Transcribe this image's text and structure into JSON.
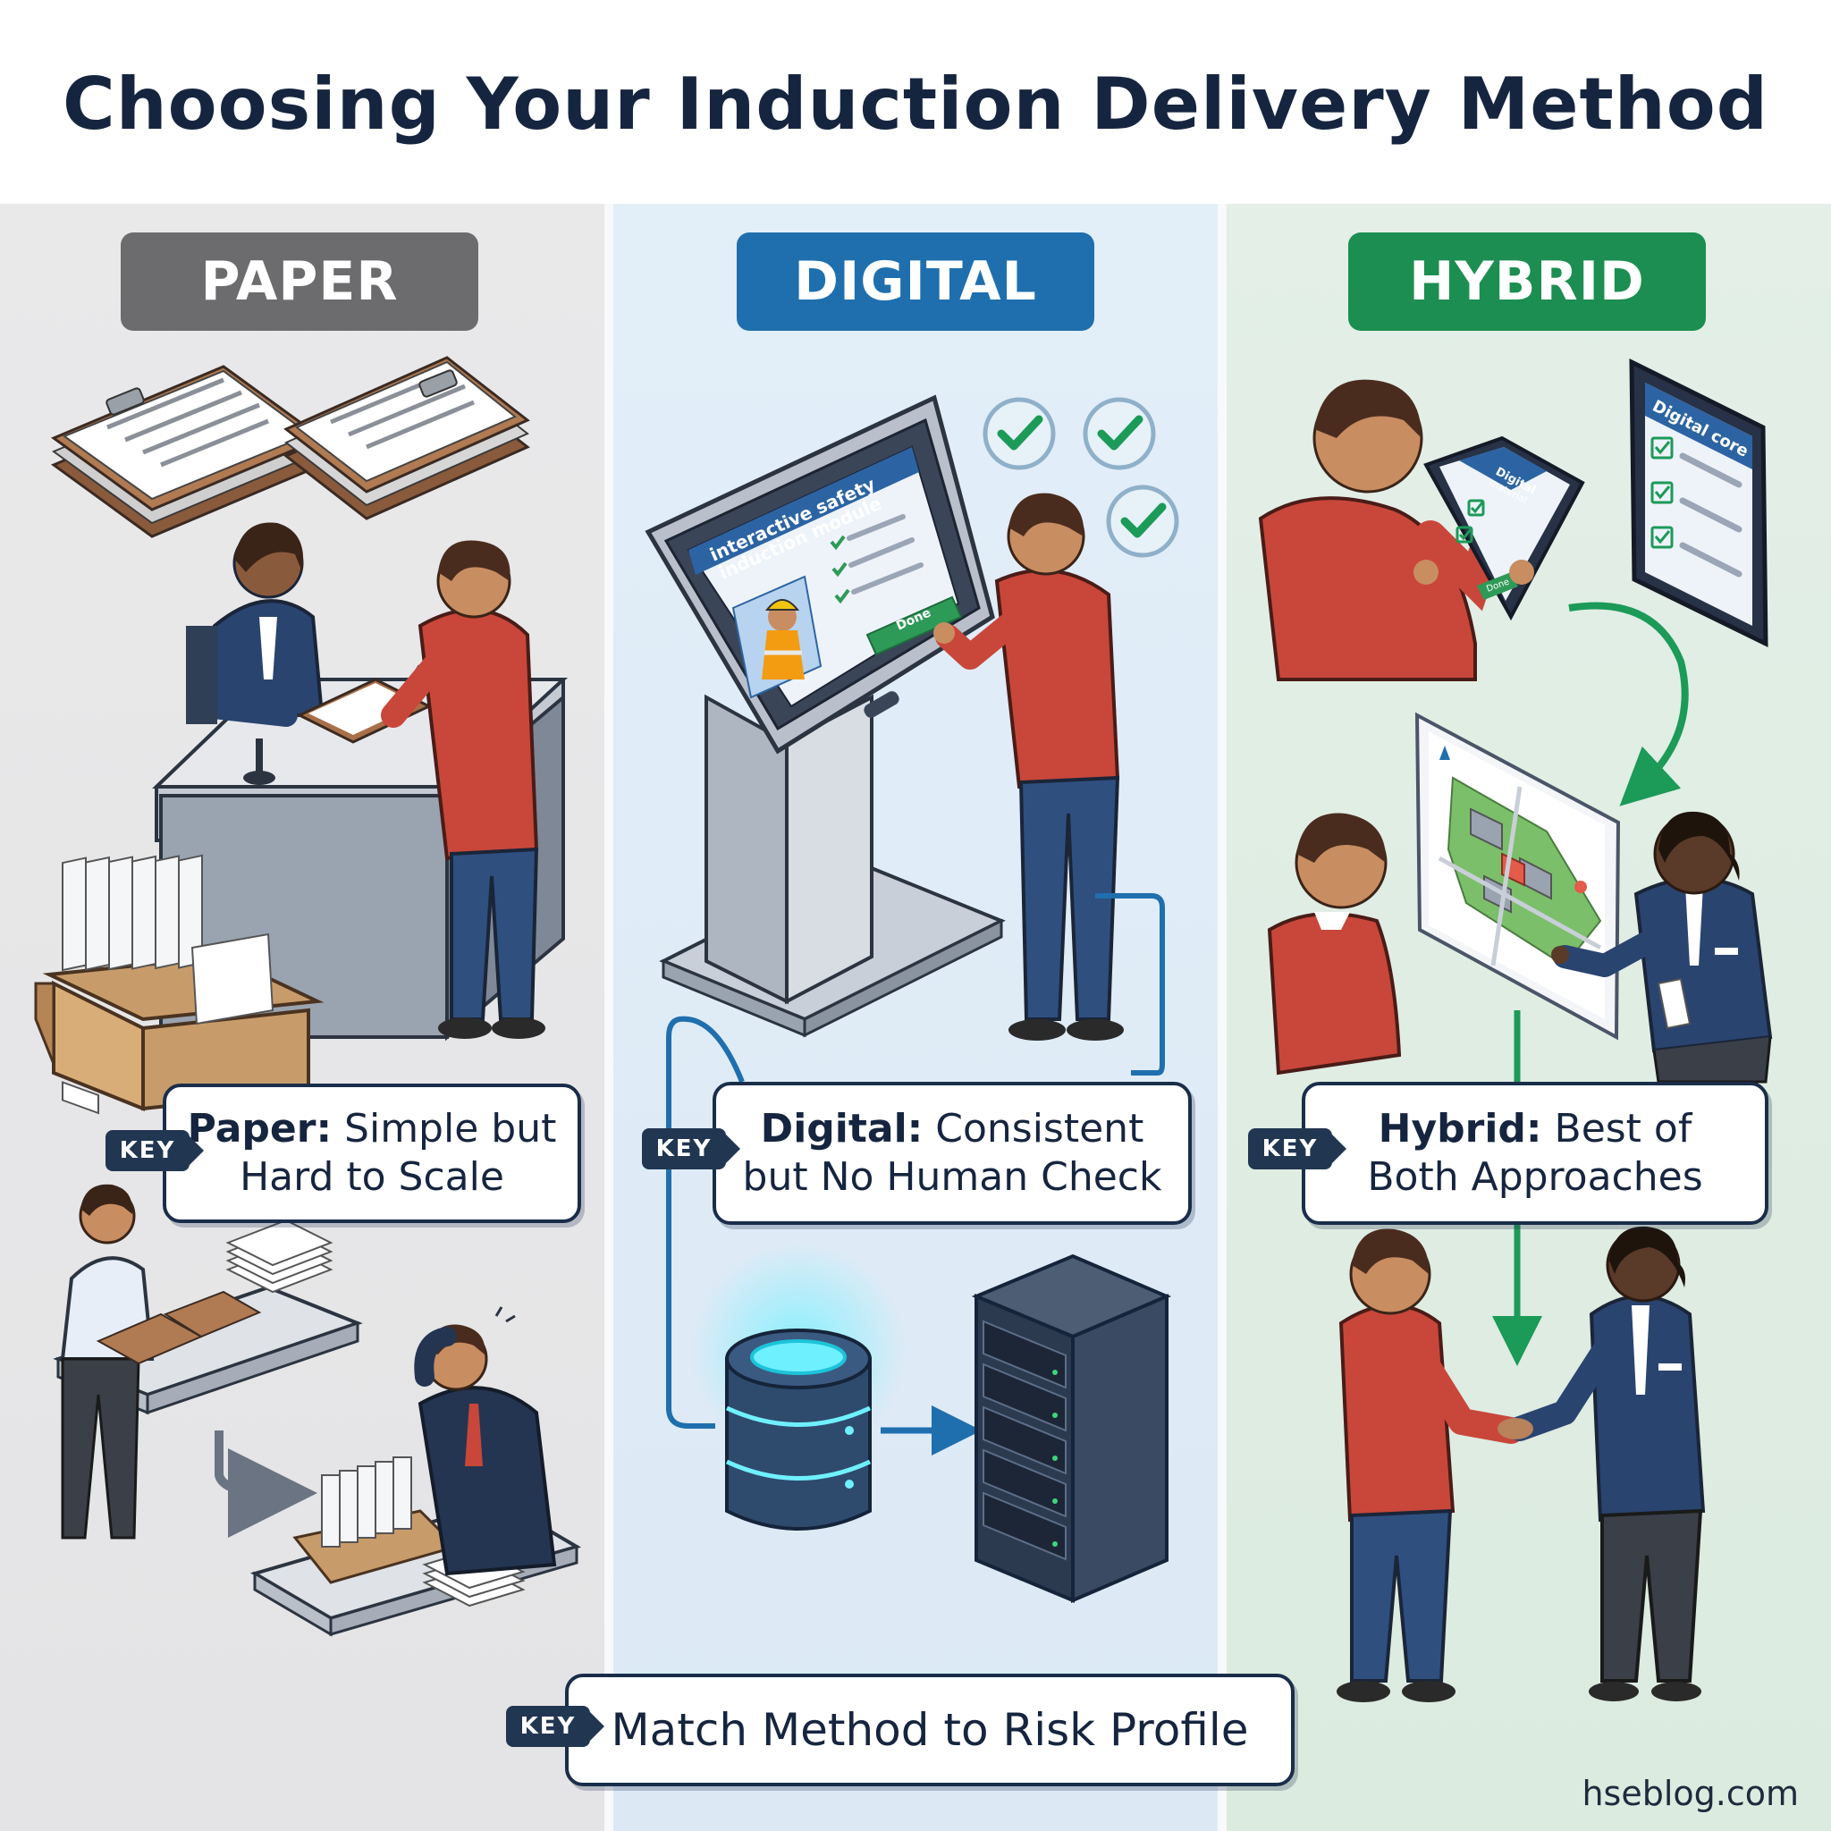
{
  "title": "Choosing Your Induction Delivery Method",
  "columns": {
    "paper": {
      "label": "PAPER",
      "color": "#6c6c6e"
    },
    "digital": {
      "label": "DIGITAL",
      "color": "#1f6fae"
    },
    "hybrid": {
      "label": "HYBRID",
      "color": "#1c8e51"
    }
  },
  "callouts": {
    "key_label": "KEY",
    "paper": {
      "bold": "Paper:",
      "line1_rest": " Simple but",
      "line2": "Hard to Scale"
    },
    "digital": {
      "bold": "Digital:",
      "line1_rest": " Consistent",
      "line2": "but No Human Check"
    },
    "hybrid": {
      "bold": "Hybrid:",
      "line1_rest": " Best of",
      "line2": "Both Approaches"
    },
    "main": "Match Method to Risk Profile"
  },
  "kiosk_screen": {
    "line1": "interactive safety",
    "line2": "induction module",
    "button": "Done"
  },
  "tablet_small": {
    "line1": "Digital",
    "line2": "material",
    "button": "Done"
  },
  "tablet_large": {
    "header": "Digital core"
  },
  "watermark": "hseblog.com"
}
